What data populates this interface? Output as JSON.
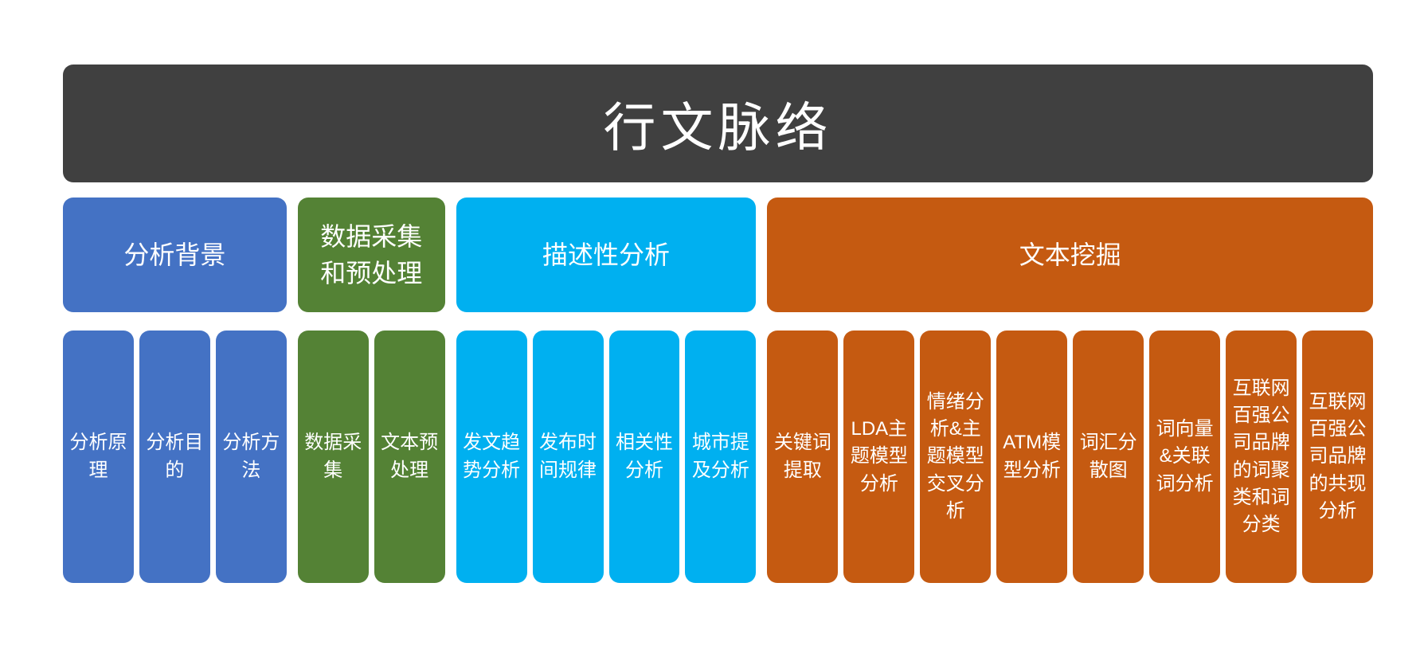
{
  "title": {
    "text": "行文脉络"
  },
  "colors": {
    "title_bar_bg": "#404040",
    "title_text": "#ffffff",
    "blue": "#4472C4",
    "green": "#548235",
    "cyan": "#00B0F0",
    "orange": "#C55A11",
    "box_text": "#ffffff",
    "page_bg": "#ffffff"
  },
  "groups": [
    {
      "id": "analysis-background",
      "label": "分析背景",
      "color": "#4472C4",
      "items": [
        "分析原理",
        "分析目的",
        "分析方法"
      ]
    },
    {
      "id": "data-collection-preprocessing",
      "label": "数据采集和预处理",
      "color": "#548235",
      "items": [
        "数据采集",
        "文本预处理"
      ]
    },
    {
      "id": "descriptive-analysis",
      "label": "描述性分析",
      "color": "#00B0F0",
      "items": [
        "发文趋势分析",
        "发布时间规律",
        "相关性分析",
        "城市提及分析"
      ]
    },
    {
      "id": "text-mining",
      "label": "文本挖掘",
      "color": "#C55A11",
      "items": [
        "关键词提取",
        "LDA主题模型分析",
        "情绪分析&主题模型交叉分析",
        "ATM模型分析",
        "词汇分散图",
        "词向量&关联词分析",
        "互联网百强公司品牌的词聚类和词分类",
        "互联网百强公司品牌的共现分析"
      ]
    }
  ]
}
